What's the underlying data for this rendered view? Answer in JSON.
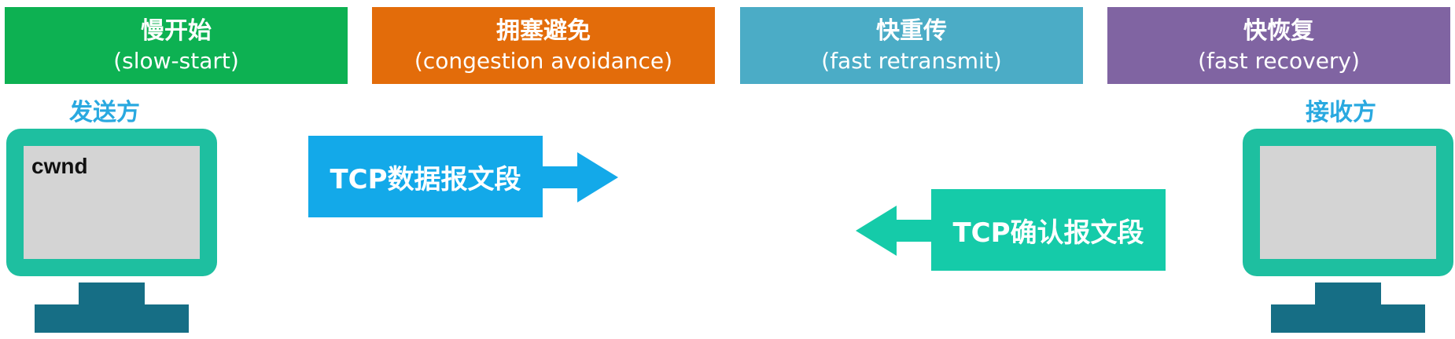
{
  "colors": {
    "slow_start": "#0db152",
    "congestion_avoidance": "#e36c0a",
    "fast_retransmit": "#4bacc6",
    "fast_recovery": "#8064a2",
    "computer_bezel": "#1ebfa0",
    "computer_stand": "#166e85",
    "screen": "#d4d4d4",
    "label_blue": "#29a9e0",
    "tcp_data_segment": "#13a9e9",
    "tcp_ack_segment": "#15cba9"
  },
  "phases": [
    {
      "zh": "慢开始",
      "en": "(slow-start)"
    },
    {
      "zh": "拥塞避免",
      "en": "(congestion avoidance)"
    },
    {
      "zh": "快重传",
      "en": "(fast retransmit)"
    },
    {
      "zh": "快恢复",
      "en": "(fast recovery)"
    }
  ],
  "sender": {
    "label": "发送方",
    "screen_text": "cwnd"
  },
  "receiver": {
    "label": "接收方"
  },
  "packets": {
    "data_segment": "TCP数据报文段",
    "ack_segment": "TCP确认报文段"
  }
}
